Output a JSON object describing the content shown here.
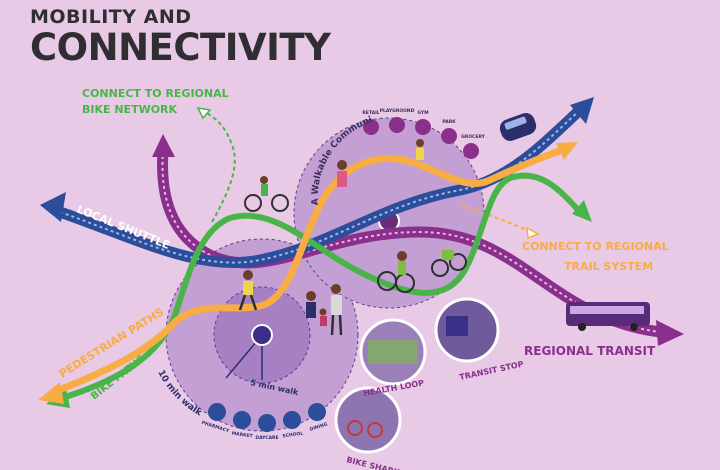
{
  "title": {
    "line1": "MOBILITY AND",
    "line2": "CONNECTIVITY"
  },
  "labels": {
    "bike_network_1": "CONNECT TO REGIONAL",
    "bike_network_2": "BIKE NETWORK",
    "local_shuttle": "LOCAL SHUTTLE",
    "trail_1": "CONNECT TO REGIONAL",
    "trail_2": "TRAIL SYSTEM",
    "regional_transit": "REGIONAL TRANSIT",
    "pedestrian_paths": "PEDESTRIAN PATHS",
    "bike_paths": "BIKE PATHS",
    "walkable_community": "A Walkable Community",
    "ten_min_walk": "10 min walk",
    "five_min_walk": "5 min walk",
    "health_loop": "HEALTH LOOP",
    "transit_stop": "TRANSIT STOP",
    "bike_sharing": "BIKE SHARING"
  },
  "amenities_top": [
    "RETAIL",
    "PLAYGROUND",
    "GYM",
    "PARK",
    "GROCERY"
  ],
  "amenities_bottom": [
    "PHARMACY",
    "MARKET",
    "DAYCARE",
    "SCHOOL",
    "DINING"
  ],
  "colors": {
    "background": "#e8c9e6",
    "pedestrian": "#f7ad43",
    "bike": "#49b549",
    "shuttle": "#2b4d9a",
    "transit": "#8a2f8b",
    "circle_large": "#c49fd3",
    "circle_small": "#a77fc3",
    "title": "#2f2f33"
  }
}
